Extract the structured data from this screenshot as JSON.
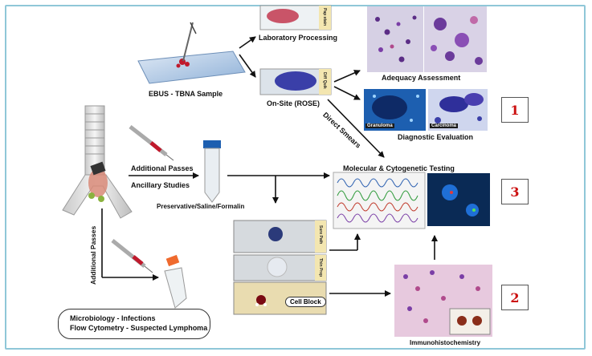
{
  "labels": {
    "ebus_sample": "EBUS - TBNA Sample",
    "lab_processing": "Laboratory Processing",
    "onsite_rose": "On-Site (ROSE)",
    "adequacy": "Adequacy Assessment",
    "diagnostic": "Diagnostic Evaluation",
    "direct_smears": "Direct Smears",
    "additional_passes": "Additional Passes",
    "ancillary": "Ancillary Studies",
    "preservative": "Preservative/Saline/Formalin",
    "additional_passes_vertical": "Additional Passes",
    "molecular": "Molecular & Cytogenetic Testing",
    "cell_block": "Cell Block",
    "immuno": "Immunohistochemistry"
  },
  "tags": {
    "pap": "Pap stain",
    "diff": "Diff Quik",
    "sure_path": "Sure Path",
    "thin_prep": "Thin Prep",
    "granuloma": "Granuloma",
    "carcinoma": "Carcinoma"
  },
  "info_box": {
    "line1": "Microbiology - Infections",
    "line2": "Flow Cytometry - Suspected Lymphoma"
  },
  "badges": [
    "1",
    "3",
    "2"
  ],
  "colors": {
    "frame": "#8fc7d8",
    "badge_text": "#cc1111",
    "pap_stain": "#c2384f",
    "diff_quik": "#3a3fa8"
  }
}
